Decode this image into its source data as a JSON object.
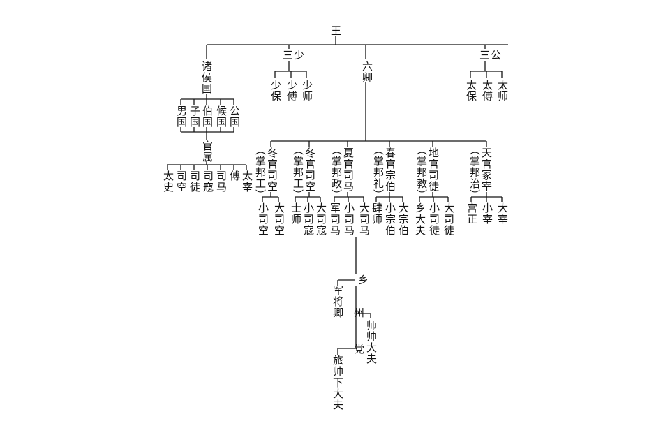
{
  "diagram": {
    "ink_color": "#141414",
    "background": "#ffffff",
    "root": "王",
    "level1": {
      "zhuhou": "诸侯国",
      "sanshao": "三少",
      "liuqing": "六卿",
      "sangong": "三公"
    },
    "sanshao_children": [
      "少保",
      "少傅",
      "少师"
    ],
    "sangong_children": [
      "太保",
      "太傅",
      "太师"
    ],
    "zhuhou_ranks": [
      "男国",
      "子国",
      "伯国",
      "候国",
      "公国"
    ],
    "guanshu": "官属",
    "guanshu_children": [
      "太史",
      "司空",
      "司徒",
      "司寇",
      "司马",
      "傅",
      "太宰"
    ],
    "ministers": [
      {
        "office": "冬官司空",
        "duty": "（掌邦工）",
        "subs": [
          "小司空",
          "大司空"
        ]
      },
      {
        "office": "冬官司空",
        "duty": "（掌邦工）",
        "subs": [
          "士师",
          "小司寇",
          "大司寇"
        ]
      },
      {
        "office": "夏官司马",
        "duty": "（掌邦政）",
        "subs": [
          "军司马",
          "小司马",
          "大司马"
        ]
      },
      {
        "office": "春官宗伯",
        "duty": "（掌邦礼）",
        "subs": [
          "肆师",
          "小宗伯",
          "大宗伯"
        ]
      },
      {
        "office": "地官司徒",
        "duty": "（掌邦教）",
        "subs": [
          "乡大夫",
          "小司徒",
          "大司徒"
        ]
      },
      {
        "office": "天官冢宰",
        "duty": "（掌邦治）",
        "subs": [
          "宫正",
          "小宰",
          "大宰"
        ]
      }
    ],
    "xiang": "乡",
    "junjiangqing": "军将卿",
    "zhou": "州",
    "shishuaidafu": "师帅大夫",
    "dang": "党",
    "lvshuaixiadafu": "旅帅下大夫"
  }
}
